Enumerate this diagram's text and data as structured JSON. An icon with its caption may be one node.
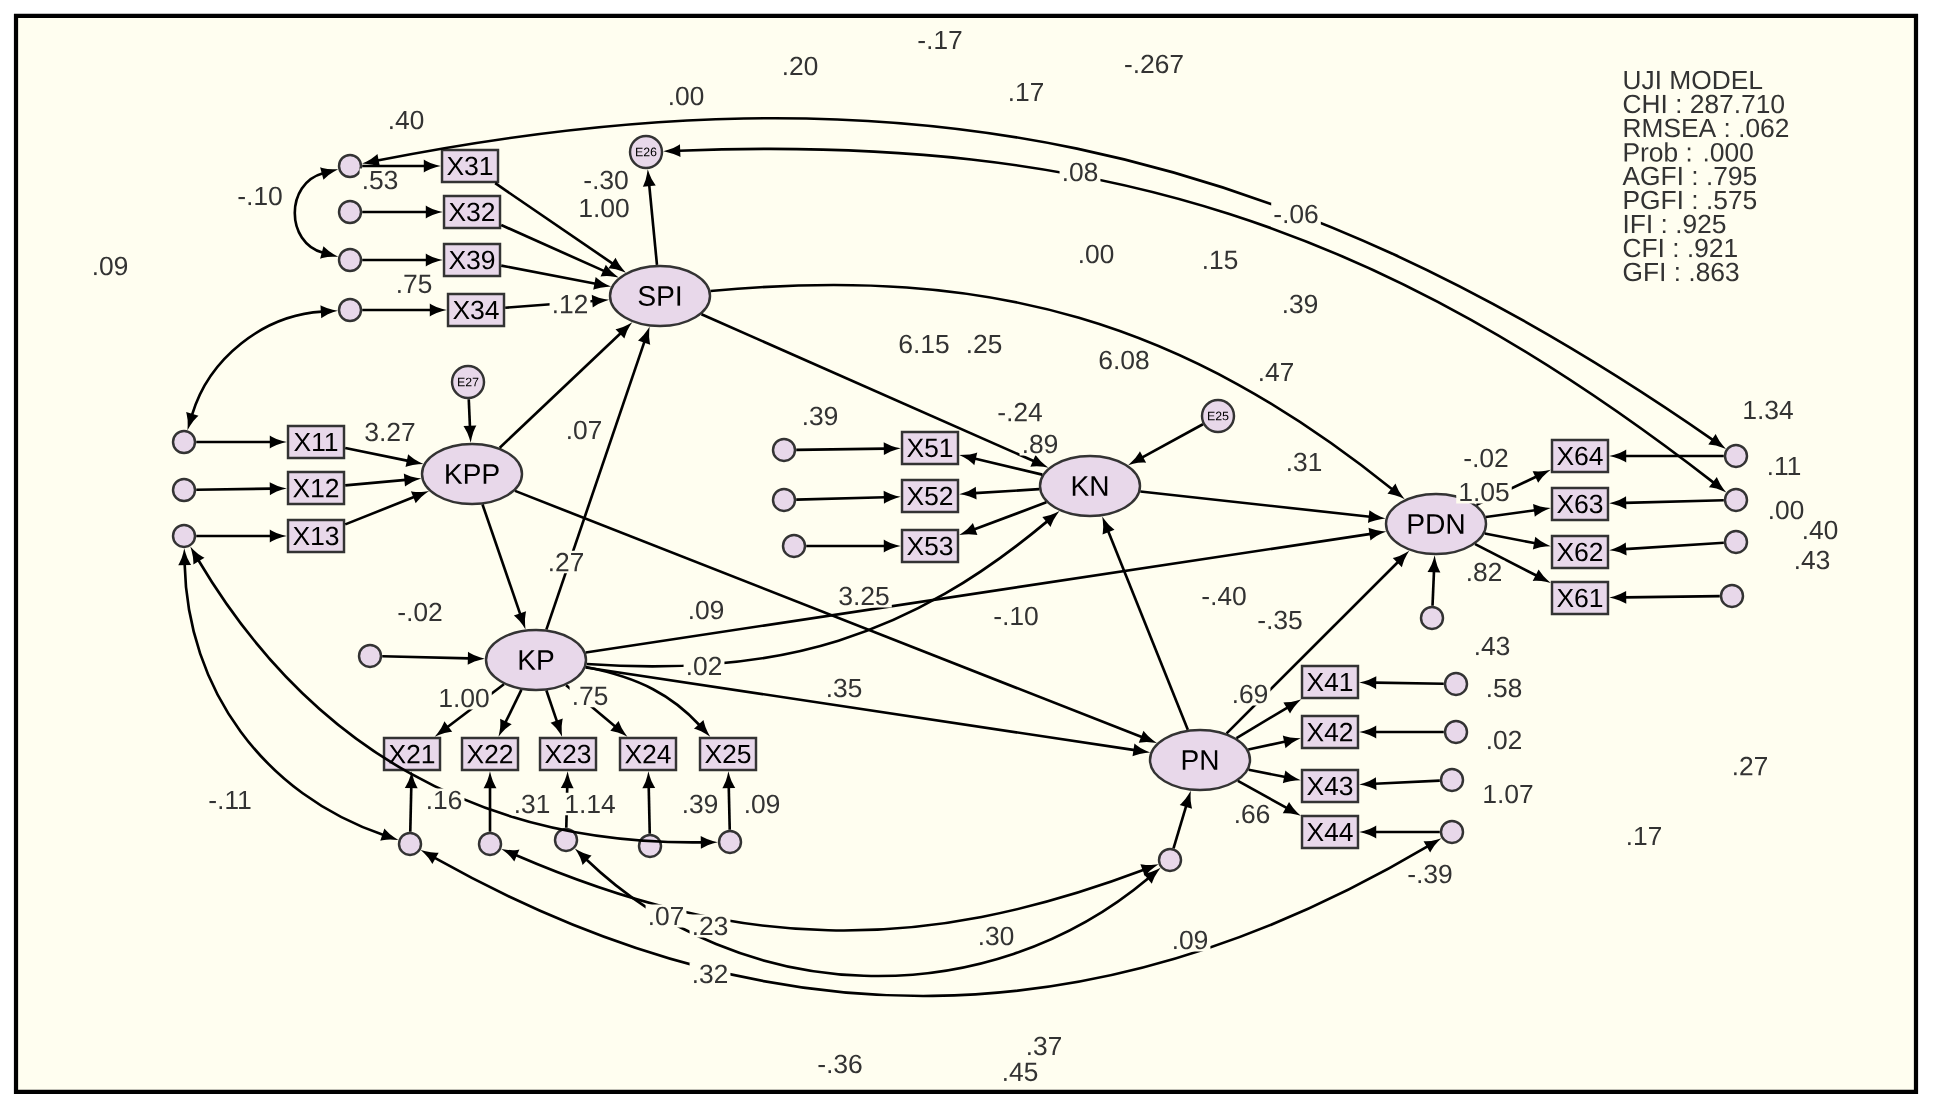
{
  "diagram": {
    "nodes": [
      {
        "text": [],
        "shape": "circle"
      },
      {
        "text": [],
        "shape": "circle"
      },
      {
        "text": [],
        "shape": "circle"
      },
      {
        "text": [],
        "shape": "circle"
      },
      {
        "text": [
          "X31"
        ]
      },
      {
        "text": [
          "X32"
        ]
      },
      {
        "text": [
          "X39"
        ]
      },
      {
        "text": [
          "X34"
        ]
      },
      {
        "text": [
          "E26"
        ]
      },
      {
        "text": [
          "SPI"
        ]
      },
      {
        "text": [
          "E27"
        ]
      },
      {
        "text": [
          "KPP"
        ]
      },
      {
        "text": [],
        "shape": "circle"
      },
      {
        "text": [],
        "shape": "circle"
      },
      {
        "text": [],
        "shape": "circle"
      },
      {
        "text": [
          "X11"
        ]
      },
      {
        "text": [
          "X12"
        ]
      },
      {
        "text": [
          "X13"
        ]
      },
      {
        "text": [],
        "shape": "circle"
      },
      {
        "text": [],
        "shape": "circle"
      },
      {
        "text": [],
        "shape": "circle"
      },
      {
        "text": [
          "X51"
        ]
      },
      {
        "text": [
          "X52"
        ]
      },
      {
        "text": [
          "X53"
        ]
      },
      {
        "text": [
          "E25"
        ]
      },
      {
        "text": [
          "KN"
        ]
      },
      {
        "text": [
          "PDN"
        ]
      },
      {
        "text": [
          "X64"
        ]
      },
      {
        "text": [
          "X63"
        ]
      },
      {
        "text": [
          "X62"
        ]
      },
      {
        "text": [
          "X61"
        ]
      },
      {
        "text": [],
        "shape": "circle"
      },
      {
        "text": [],
        "shape": "circle"
      },
      {
        "text": [],
        "shape": "circle"
      },
      {
        "text": [],
        "shape": "circle"
      },
      {
        "text": [],
        "shape": "circle"
      },
      {
        "text": [],
        "shape": "circle"
      },
      {
        "text": [
          "KP"
        ]
      },
      {
        "text": [
          "X21"
        ]
      },
      {
        "text": [
          "X22"
        ]
      },
      {
        "text": [
          "X23"
        ]
      },
      {
        "text": [
          "X24"
        ]
      },
      {
        "text": [
          "X25"
        ]
      },
      {
        "text": [],
        "shape": "circle"
      },
      {
        "text": [],
        "shape": "circle"
      },
      {
        "text": [],
        "shape": "circle"
      },
      {
        "text": [],
        "shape": "circle"
      },
      {
        "text": [],
        "shape": "circle"
      },
      {
        "text": [
          "PN"
        ]
      },
      {
        "text": [
          "X41"
        ]
      },
      {
        "text": [
          "X42"
        ]
      },
      {
        "text": [
          "X43"
        ]
      },
      {
        "text": [
          "X44"
        ]
      },
      {
        "text": [],
        "shape": "circle"
      },
      {
        "text": [],
        "shape": "circle"
      },
      {
        "text": [],
        "shape": "circle"
      },
      {
        "text": [],
        "shape": "circle"
      },
      {
        "text": [],
        "shape": "circle"
      }
    ],
    "edges": [
      {
        "from": 0,
        "to": 4,
        "arrow": "to"
      },
      {
        "from": 1,
        "to": 5,
        "arrow": "to"
      },
      {
        "from": 2,
        "to": 6,
        "arrow": "to"
      },
      {
        "from": 3,
        "to": 7,
        "arrow": "to"
      },
      {
        "from": 12,
        "to": 15,
        "arrow": "to"
      },
      {
        "from": 13,
        "to": 16,
        "arrow": "to"
      },
      {
        "from": 14,
        "to": 17,
        "arrow": "to"
      },
      {
        "from": 18,
        "to": 21,
        "arrow": "to"
      },
      {
        "from": 19,
        "to": 22,
        "arrow": "to"
      },
      {
        "from": 20,
        "to": 23,
        "arrow": "to"
      },
      {
        "from": 31,
        "to": 27,
        "arrow": "to"
      },
      {
        "from": 32,
        "to": 28,
        "arrow": "to"
      },
      {
        "from": 33,
        "to": 29,
        "arrow": "to"
      },
      {
        "from": 34,
        "to": 30,
        "arrow": "to"
      },
      {
        "from": 43,
        "to": 38,
        "arrow": "to"
      },
      {
        "from": 44,
        "to": 39,
        "arrow": "to"
      },
      {
        "from": 45,
        "to": 40,
        "arrow": "to"
      },
      {
        "from": 46,
        "to": 41,
        "arrow": "to"
      },
      {
        "from": 47,
        "to": 42,
        "arrow": "to"
      },
      {
        "from": 53,
        "to": 49,
        "arrow": "to"
      },
      {
        "from": 54,
        "to": 50,
        "arrow": "to"
      },
      {
        "from": 55,
        "to": 51,
        "arrow": "to"
      },
      {
        "from": 56,
        "to": 52,
        "arrow": "to"
      },
      {
        "from": 4,
        "to": 9,
        "arrow": "to"
      },
      {
        "from": 5,
        "to": 9,
        "arrow": "to"
      },
      {
        "from": 6,
        "to": 9,
        "arrow": "to"
      },
      {
        "from": 7,
        "to": 9,
        "arrow": "to"
      },
      {
        "from": 15,
        "to": 11,
        "arrow": "to"
      },
      {
        "from": 16,
        "to": 11,
        "arrow": "to"
      },
      {
        "from": 17,
        "to": 11,
        "arrow": "to"
      },
      {
        "from": 25,
        "to": 21,
        "arrow": "to"
      },
      {
        "from": 25,
        "to": 22,
        "arrow": "to"
      },
      {
        "from": 25,
        "to": 23,
        "arrow": "to"
      },
      {
        "from": 26,
        "to": 27,
        "arrow": "to"
      },
      {
        "from": 26,
        "to": 28,
        "arrow": "to"
      },
      {
        "from": 26,
        "to": 29,
        "arrow": "to"
      },
      {
        "from": 26,
        "to": 30,
        "arrow": "to"
      },
      {
        "from": 37,
        "to": 38,
        "arrow": "to"
      },
      {
        "from": 37,
        "to": 39,
        "arrow": "to"
      },
      {
        "from": 37,
        "to": 40,
        "arrow": "to"
      },
      {
        "from": 37,
        "to": 41,
        "arrow": "to"
      },
      {
        "from": 37,
        "to": 42,
        "arrow": "to"
      },
      {
        "from": 48,
        "to": 49,
        "arrow": "to"
      },
      {
        "from": 48,
        "to": 50,
        "arrow": "to"
      },
      {
        "from": 48,
        "to": 51,
        "arrow": "to"
      },
      {
        "from": 48,
        "to": 52,
        "arrow": "to"
      },
      {
        "from": 9,
        "to": 8,
        "arrow": "to"
      },
      {
        "from": 10,
        "to": 11,
        "arrow": "to"
      },
      {
        "from": 24,
        "to": 25,
        "arrow": "to"
      },
      {
        "from": 36,
        "to": 37,
        "arrow": "to"
      },
      {
        "from": 35,
        "to": 26,
        "arrow": "to"
      },
      {
        "from": 57,
        "to": 48,
        "arrow": "to"
      },
      {
        "from": 11,
        "to": 37,
        "arrow": "to"
      },
      {
        "from": 37,
        "to": 9,
        "arrow": "to"
      },
      {
        "from": 11,
        "to": 9,
        "arrow": "to"
      },
      {
        "from": 37,
        "to": 25,
        "arrow": "to"
      },
      {
        "from": 11,
        "to": 48,
        "arrow": "to"
      },
      {
        "from": 37,
        "to": 48,
        "arrow": "to"
      },
      {
        "from": 9,
        "to": 25,
        "arrow": "to"
      },
      {
        "from": 48,
        "to": 25,
        "arrow": "to"
      },
      {
        "from": 25,
        "to": 26,
        "arrow": "to"
      },
      {
        "from": 48,
        "to": 26,
        "arrow": "to"
      },
      {
        "from": 37,
        "to": 26,
        "arrow": "to"
      },
      {
        "from": 9,
        "to": 26,
        "arrow": "to"
      },
      {
        "from": 3,
        "to": 12,
        "arrow": "both"
      },
      {
        "from": 0,
        "to": 2,
        "arrow": "both"
      },
      {
        "from": 14,
        "to": 43,
        "arrow": "both"
      },
      {
        "from": 8,
        "to": 32,
        "arrow": "both"
      },
      {
        "from": 0,
        "to": 31,
        "arrow": "both"
      },
      {
        "from": 44,
        "to": 57,
        "arrow": "both"
      },
      {
        "from": 45,
        "to": 57,
        "arrow": "both"
      },
      {
        "from": 43,
        "to": 56,
        "arrow": "both"
      },
      {
        "from": 14,
        "to": 47,
        "arrow": "both"
      }
    ],
    "labels": [
      "UJI MODEL",
      "CHI : 287.710",
      "RMSEA : .062",
      "Prob : .000",
      "AGFI : .795",
      "PGFI : .575",
      "IFI : .925",
      "CFI : .921",
      "GFI : .863",
      ".40",
      ".53",
      "-.10",
      ".09",
      ".75",
      "-.30",
      "1.00",
      ".12",
      ".00",
      ".20",
      "-.17",
      "-.267",
      ".17",
      ".08",
      "-.06",
      ".00",
      ".15",
      ".39",
      "6.15",
      ".25",
      "6.08",
      ".47",
      ".39",
      "-.24",
      ".89",
      ".31",
      "3.27",
      ".07",
      ".27",
      "-.02",
      ".09",
      "3.25",
      "-.10",
      ".35",
      ".02",
      "1.00",
      ".75",
      "-.40",
      "-.35",
      ".69",
      ".66",
      "1.34",
      "-.02",
      ".11",
      "1.05",
      ".00",
      ".40",
      ".43",
      ".82",
      ".43",
      ".58",
      ".02",
      "1.07",
      ".27",
      ".17",
      "-.39",
      "-.11",
      ".16",
      ".31",
      "1.14",
      ".39",
      ".09",
      ".07",
      ".23",
      ".32",
      ".30",
      ".09",
      "-.36",
      ".45",
      ".37"
    ]
  }
}
